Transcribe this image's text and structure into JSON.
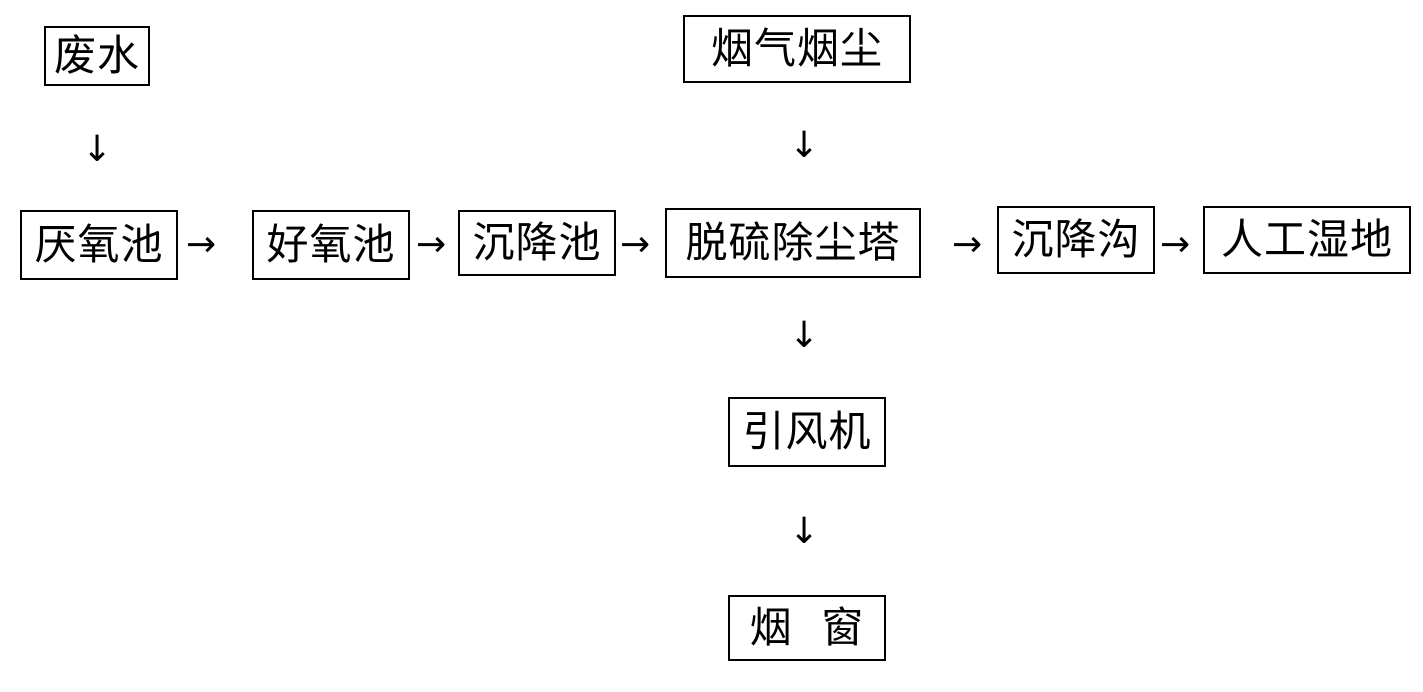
{
  "nodes": {
    "wastewater": "废水",
    "flue_gas_dust": "烟气烟尘",
    "anaerobic_tank": "厌氧池",
    "aerobic_tank": "好氧池",
    "settling_tank": "沉降池",
    "desulfurization_tower": "脱硫除尘塔",
    "settling_ditch": "沉降沟",
    "constructed_wetland": "人工湿地",
    "induced_draft_fan": "引风机",
    "chimney": "烟  窗"
  },
  "arrows": {
    "right": "→",
    "down": "↓"
  }
}
